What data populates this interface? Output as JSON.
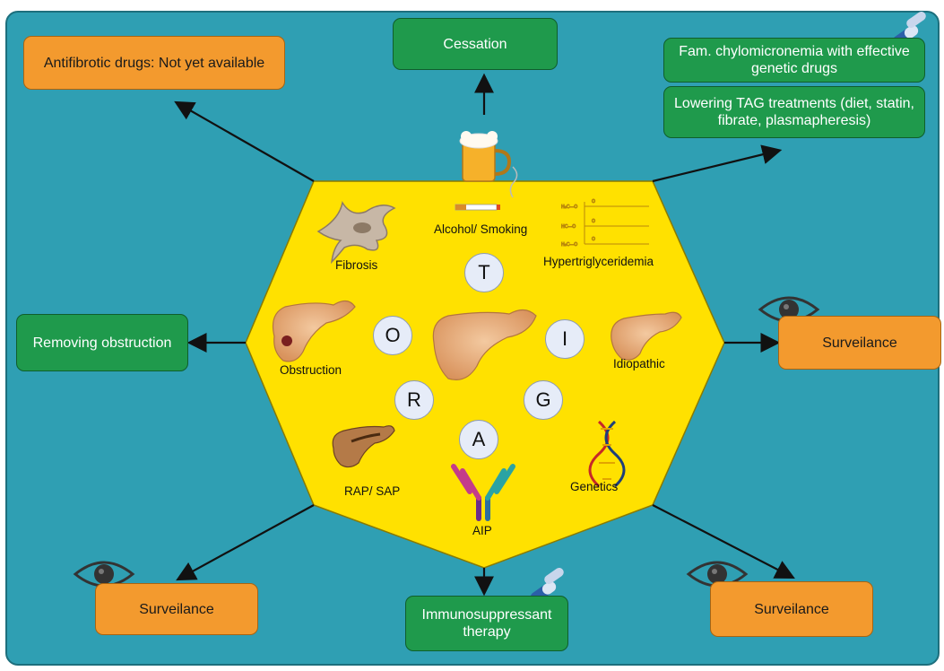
{
  "center": {
    "letters": [
      "T",
      "O",
      "I",
      "R",
      "G",
      "A"
    ],
    "labels": {
      "fibrosis": "Fibrosis",
      "alcohol_smoking": "Alcohol/ Smoking",
      "hypertriglyceridemia": "Hypertriglyceridemia",
      "obstruction": "Obstruction",
      "idiopathic": "Idiopathic",
      "rap_sap": "RAP/ SAP",
      "genetics": "Genetics",
      "aip": "AIP"
    }
  },
  "outcomes": {
    "antifibrotic": "Antifibrotic drugs: Not yet available",
    "cessation": "Cessation",
    "fam_chylo": "Fam. chylomicronemia with effective genetic drugs",
    "lowering_tag": "Lowering TAG treatments (diet, statin, fibrate, plasmapheresis)",
    "removing_obstruction": "Removing obstruction",
    "surveilance_right": "Surveilance",
    "surveilance_bottom_left": "Surveilance",
    "immunosuppressant": "Immunosuppressant therapy",
    "surveilance_bottom_right": "Surveilance"
  },
  "colors": {
    "background": "#2f9fb3",
    "octagon": "#ffe100",
    "orange_box": "#f39a2e",
    "green_box": "#1f9a4c"
  },
  "icons": [
    "fibroblast-icon",
    "beer-mug-icon",
    "cigarette-icon",
    "triglyceride-structure-icon",
    "pancreas-icon",
    "dna-icon",
    "antibody-icon",
    "eye-icon",
    "pills-icon"
  ]
}
